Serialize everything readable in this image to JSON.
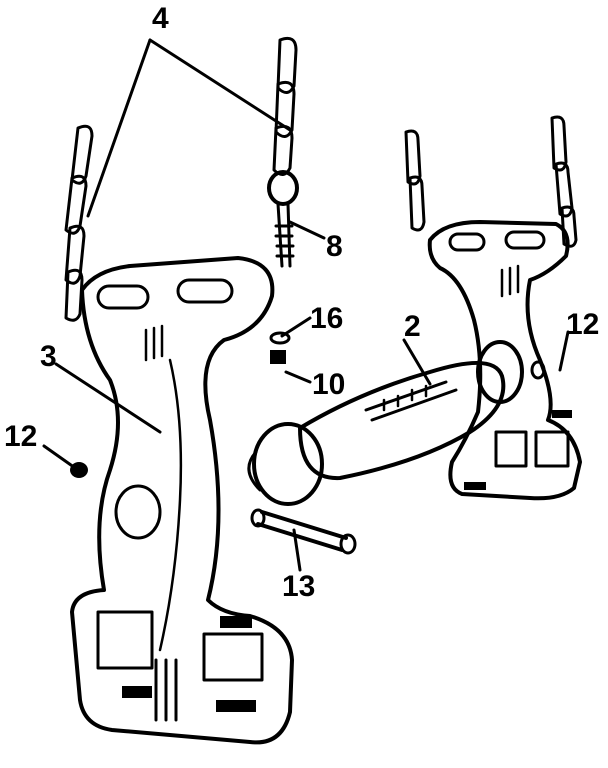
{
  "diagram": {
    "callouts": [
      {
        "id": "callout-4",
        "text": "4"
      },
      {
        "id": "callout-8",
        "text": "8"
      },
      {
        "id": "callout-16",
        "text": "16"
      },
      {
        "id": "callout-2",
        "text": "2"
      },
      {
        "id": "callout-12-right",
        "text": "12"
      },
      {
        "id": "callout-3",
        "text": "3"
      },
      {
        "id": "callout-10",
        "text": "10"
      },
      {
        "id": "callout-12-left",
        "text": "12"
      },
      {
        "id": "callout-13",
        "text": "13"
      }
    ],
    "colors": {
      "ink": "#000000",
      "paper": "#ffffff"
    }
  }
}
